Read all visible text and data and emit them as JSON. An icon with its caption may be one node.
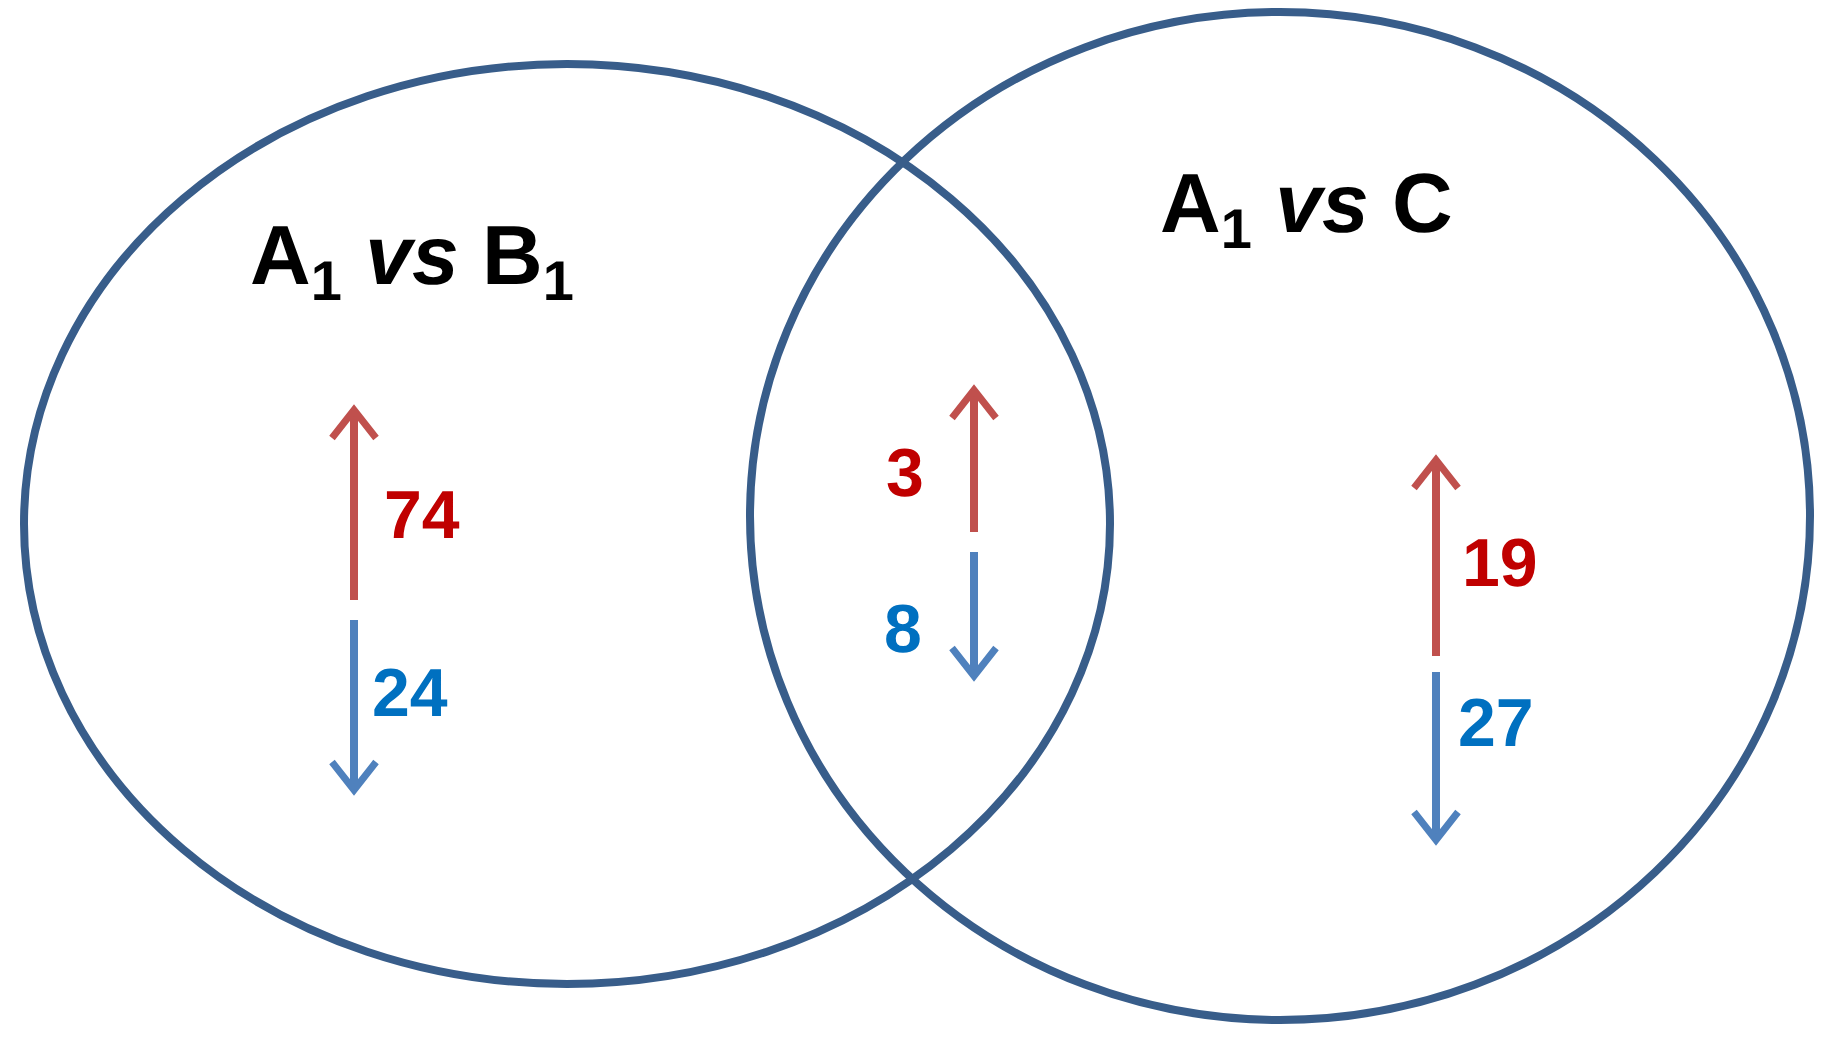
{
  "diagram": {
    "nodes": [
      {
        "text": [
          "A$_{1}$ *vs* B$_{1}$"
        ]
      },
      {
        "text": [
          "A$_{1}$ *vs* C"
        ]
      }
    ],
    "edges": [],
    "labels": [
      "74",
      "24",
      "3",
      "8",
      "19",
      "27"
    ]
  }
}
